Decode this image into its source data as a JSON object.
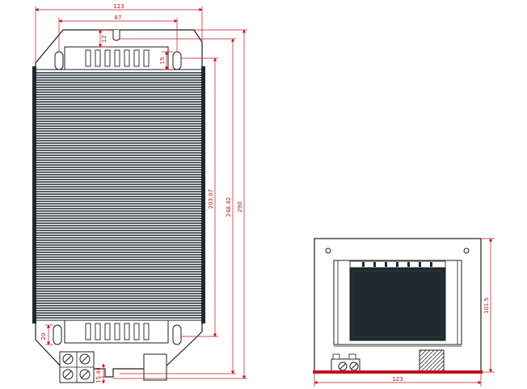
{
  "drawing": {
    "front_view": {
      "dim_width": "123",
      "dim_inner_width": "87",
      "dim_slot_offset": "12",
      "dim_slot_height": "15",
      "dim_lamination_height": "203.07",
      "dim_mount_spacing": "248.42",
      "dim_total_height": "290",
      "dim_bottom_slot": "20",
      "dim_bottom_offset": "15.44"
    },
    "side_view": {
      "dim_width": "123",
      "dim_height": "101.5"
    },
    "colors": {
      "dimension_line": "#c0141c",
      "outline": "#1e1e1e",
      "core_fill": "#1f2a30",
      "base_plate": "#c0141c"
    }
  }
}
